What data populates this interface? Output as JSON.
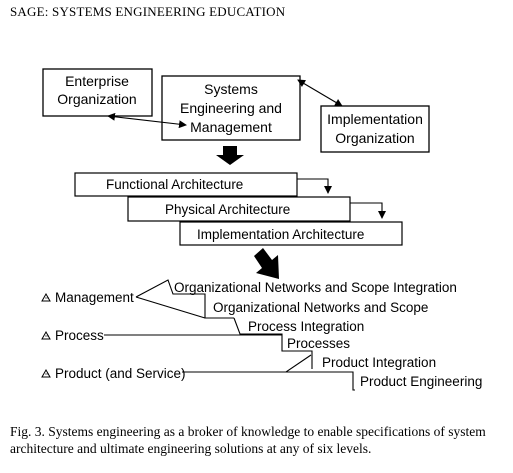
{
  "running_header": "SAGE: SYSTEMS ENGINEERING EDUCATION",
  "boxes": {
    "enterprise": [
      "Enterprise",
      "Organization"
    ],
    "systems": [
      "Systems",
      "Engineering and",
      "Management"
    ],
    "implementation": [
      "Implementation",
      "Organization"
    ]
  },
  "architectures": [
    "Functional Architecture",
    "Physical Architecture",
    "Implementation Architecture"
  ],
  "level_labels": [
    "Management",
    "Process",
    "Product (and Service)"
  ],
  "levels": [
    "Organizational Networks and Scope Integration",
    "Organizational Networks and Scope",
    "Process Integration",
    "Processes",
    "Product Integration",
    "Product Engineering"
  ],
  "caption": "Fig. 3.    Systems engineering as a broker of knowledge to enable specifications of system architecture and ultimate engineering solutions at any of six levels."
}
